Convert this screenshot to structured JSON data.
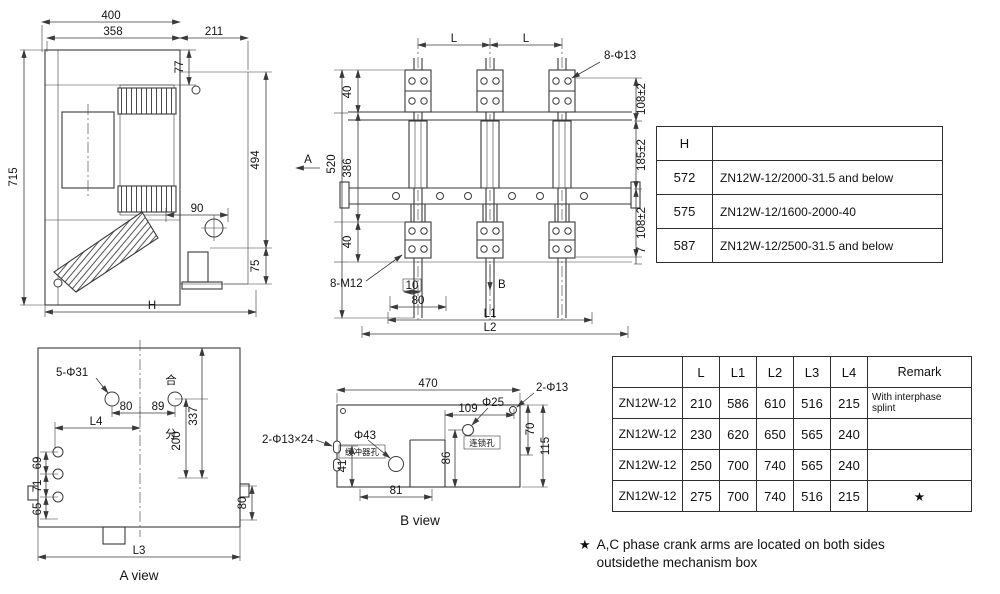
{
  "side_view": {
    "d400": "400",
    "d358": "358",
    "d211": "211",
    "d77": "77",
    "d715": "715",
    "d494": "494",
    "d90": "90",
    "d75": "75",
    "dH": "H"
  },
  "front_view": {
    "dL_left": "L",
    "dL_right": "L",
    "top_holes": "8-Φ13",
    "d40_top": "40",
    "d386": "386",
    "d520": "520",
    "d40_bottom": "40",
    "d108_top": "108±2",
    "d185": "185±2",
    "d108_bottom": "108±2",
    "d7": "7",
    "bottom_holes": "8-M12",
    "d10": "10",
    "d80": "80",
    "dL1": "L1",
    "dL2": "L2",
    "section_a": "A",
    "section_b": "B"
  },
  "a_view": {
    "caption": "A view",
    "holes": "5-Φ31",
    "d80": "80",
    "d89": "89",
    "close_mark": "合",
    "open_mark": "分",
    "dL4": "L4",
    "d69": "69",
    "d71": "71",
    "d65": "65",
    "d200": "200",
    "d337": "337",
    "d80_right": "80",
    "dL3": "L3"
  },
  "b_view": {
    "caption": "B view",
    "d470": "470",
    "top_hole": "2-Φ13",
    "d109": "109",
    "hole_phi25": "Φ25",
    "interlock_hole": "连锁孔",
    "slots": "2-Φ13×24",
    "hole_phi43": "Φ43",
    "buffer_hole": "缓冲器孔",
    "d41": "41",
    "d81": "81",
    "d86": "86",
    "d70": "70",
    "d115": "115"
  },
  "h_table": {
    "header": "H",
    "rows": [
      {
        "h": "572",
        "model": "ZN12W-12/2000-31.5 and below"
      },
      {
        "h": "575",
        "model": "ZN12W-12/1600-2000-40"
      },
      {
        "h": "587",
        "model": "ZN12W-12/2500-31.5 and below"
      }
    ]
  },
  "l_table": {
    "headers": {
      "model": "",
      "L": "L",
      "L1": "L1",
      "L2": "L2",
      "L3": "L3",
      "L4": "L4",
      "remark": "Remark"
    },
    "rows": [
      {
        "model": "ZN12W-12",
        "L": "210",
        "L1": "586",
        "L2": "610",
        "L3": "516",
        "L4": "215",
        "remark": "With interphase splint"
      },
      {
        "model": "ZN12W-12",
        "L": "230",
        "L1": "620",
        "L2": "650",
        "L3": "565",
        "L4": "240",
        "remark": ""
      },
      {
        "model": "ZN12W-12",
        "L": "250",
        "L1": "700",
        "L2": "740",
        "L3": "565",
        "L4": "240",
        "remark": ""
      },
      {
        "model": "ZN12W-12",
        "L": "275",
        "L1": "700",
        "L2": "740",
        "L3": "516",
        "L4": "215",
        "remark": "★"
      }
    ]
  },
  "footnote": {
    "star": "★",
    "line1": "A,C phase crank arms are located on both sides",
    "line2": "outsidethe mechanism box"
  }
}
